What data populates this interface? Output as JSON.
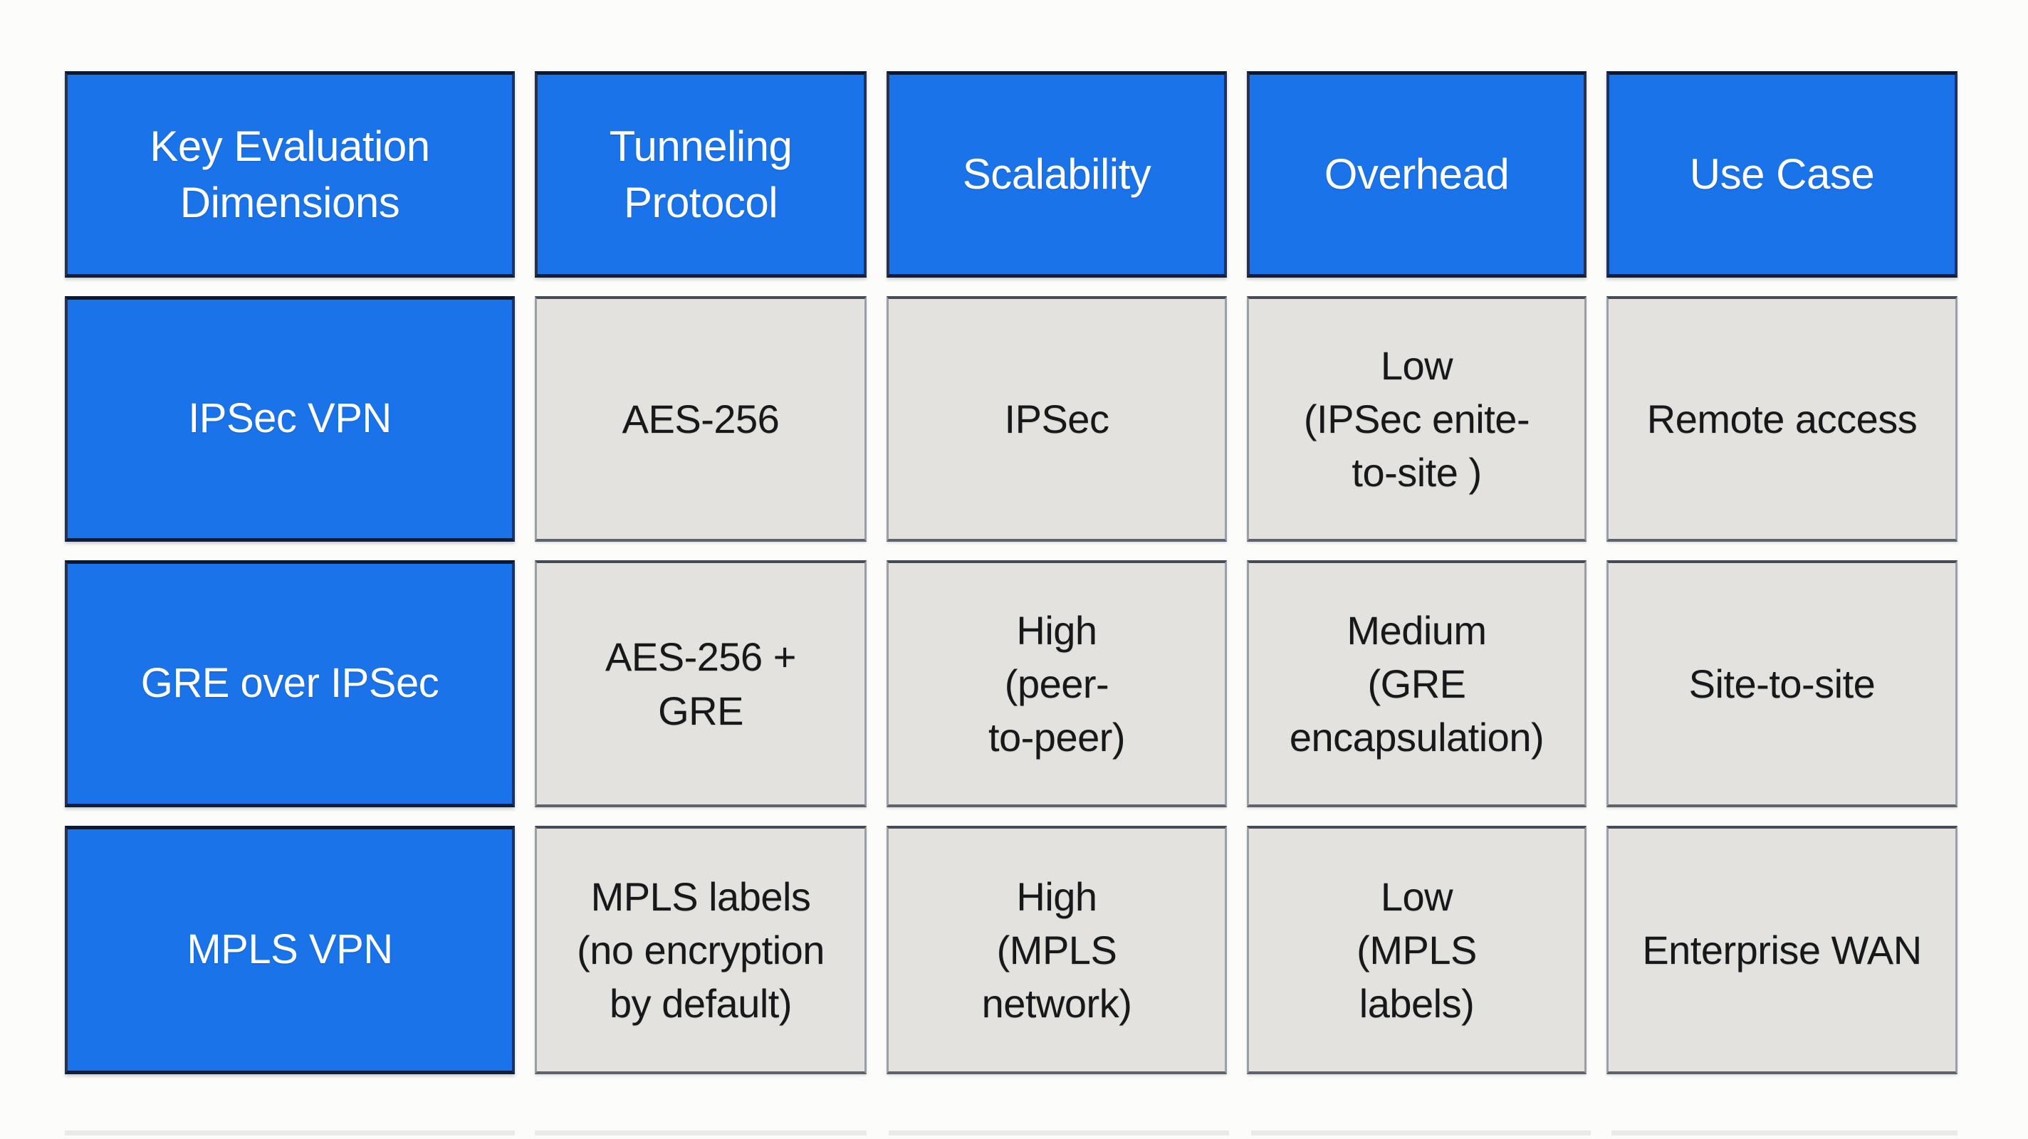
{
  "colors": {
    "header_bg": "#1a73e8",
    "header_text": "#ffffff",
    "cell_bg": "#e3e2de",
    "cell_text": "#17181a",
    "blue_border": "#0c1731",
    "gray_border": "#454b57",
    "page_bg": "#fcfcfa"
  },
  "display": {
    "header": {
      "dimensions": "Key Evaluation\nDimensions",
      "tunneling_protocol": "Tunneling\nProtocol",
      "scalability": "Scalability",
      "overhead": "Overhead",
      "use_case": "Use Case"
    },
    "rows": [
      {
        "dimension": "IPSec VPN",
        "tunneling_protocol": "AES-256",
        "scalability": "IPSec",
        "overhead": "Low\n(IPSec enite-\nto-site )",
        "use_case": "Remote access"
      },
      {
        "dimension": "GRE over IPSec",
        "tunneling_protocol": "AES-256 +\nGRE",
        "scalability": "High\n(peer-\nto-peer)",
        "overhead": "Medium\n(GRE\nencapsulation)",
        "use_case": "Site-to-site"
      },
      {
        "dimension": "MPLS VPN",
        "tunneling_protocol": "MPLS labels\n(no encryption\nby default)",
        "scalability": "High\n(MPLS\nnetwork)",
        "overhead": "Low\n(MPLS\nlabels)",
        "use_case": "Enterprise WAN"
      }
    ]
  },
  "chart_data": {
    "type": "table",
    "columns": [
      "Key Evaluation Dimensions",
      "Tunneling Protocol",
      "Scalability",
      "Overhead",
      "Use Case"
    ],
    "rows": [
      [
        "IPSec VPN",
        "AES-256",
        "IPSec",
        "Low (IPSec enite-to-site )",
        "Remote access"
      ],
      [
        "GRE over IPSec",
        "AES-256 + GRE",
        "High (peer-to-peer)",
        "Medium (GRE encapsulation)",
        "Site-to-site"
      ],
      [
        "MPLS VPN",
        "MPLS labels (no encryption by default)",
        "High (MPLS network)",
        "Low (MPLS labels)",
        "Enterprise WAN"
      ]
    ],
    "title": "",
    "legend": false,
    "grid": false
  }
}
